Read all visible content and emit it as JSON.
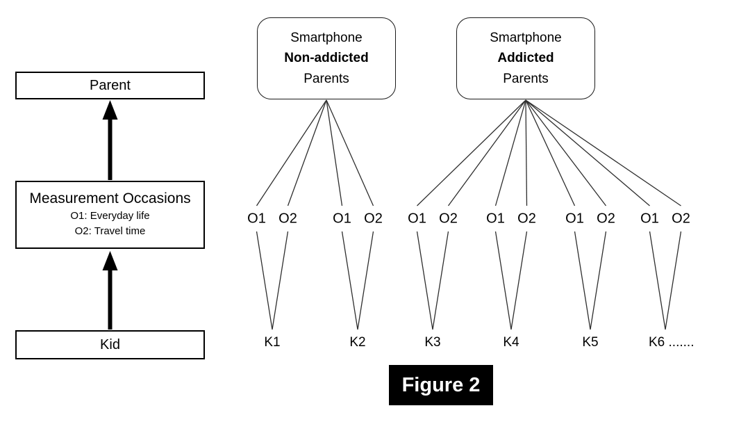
{
  "figure_label": "Figure 2",
  "left_panel": {
    "parent_label": "Parent",
    "measurement_title": "Measurement Occasions",
    "measurement_lines": [
      "O1: Everyday life",
      "O2: Travel time"
    ],
    "kid_label": "Kid"
  },
  "groups": [
    {
      "line1": "Smartphone",
      "line2": "Non-addicted",
      "line3": "Parents",
      "kids": [
        "K1",
        "K2"
      ]
    },
    {
      "line1": "Smartphone",
      "line2": "Addicted",
      "line3": "Parents",
      "kids": [
        "K3",
        "K4",
        "K5",
        "K6 ......."
      ]
    }
  ],
  "occasion_labels": [
    "O1",
    "O2"
  ],
  "colors": {
    "ink": "#000000",
    "line": "#2e2e2e",
    "figure_bg": "#000000",
    "figure_fg": "#ffffff",
    "background": "#ffffff"
  }
}
